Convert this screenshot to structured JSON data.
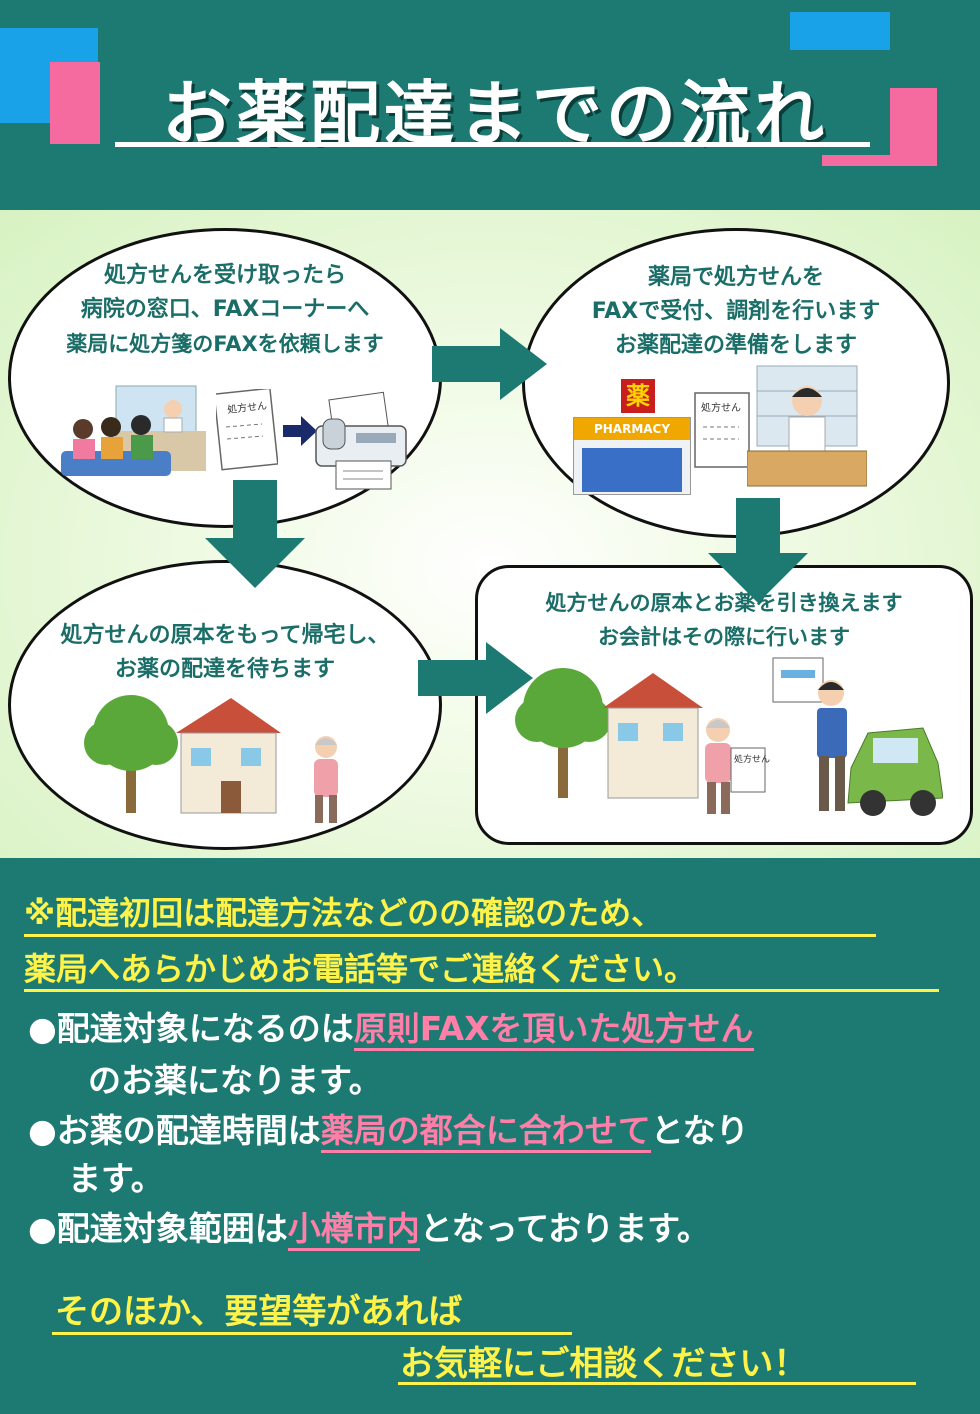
{
  "title": "お薬配達までの流れ",
  "colors": {
    "teal": "#1d7a73",
    "pink": "#f56a9f",
    "blue": "#1aa2e8",
    "yellow": "#fff34a",
    "highlight": "#ff7fa8"
  },
  "steps": [
    {
      "lines": [
        "処方せんを受け取ったら",
        "病院の窓口、FAXコーナーへ",
        "薬局に処方箋のFAXを依頼します"
      ],
      "doc_label": "処方せん"
    },
    {
      "lines": [
        "薬局で処方せんを",
        "FAXで受付、調剤を行います",
        "お薬配達の準備をします"
      ],
      "sign": "薬",
      "pharmacy": "PHARMACY",
      "doc_label": "処方せん"
    },
    {
      "lines": [
        "処方せんの原本をもって帰宅し、",
        "お薬の配達を待ちます"
      ]
    },
    {
      "lines": [
        "処方せんの原本とお薬を引き換えます",
        "お会計はその際に行います"
      ],
      "doc_label": "処方せん"
    }
  ],
  "notice": {
    "line1": "※配達初回は配達方法などのの確認のため、",
    "line2": "薬局へあらかじめお電話等でご連絡ください。"
  },
  "bullets": [
    {
      "pre": "●配達対象になるのは",
      "highlight": "原則FAXを頂いた処方せん",
      "cont": "のお薬になります。"
    },
    {
      "pre": "●お薬の配達時間は",
      "highlight": "薬局の都合に合わせて",
      "post": "となり",
      "cont": "ます。"
    },
    {
      "pre": "●配達対象範囲は",
      "highlight": "小樽市内",
      "post": "となっております。"
    }
  ],
  "footer": {
    "line1": "そのほか、要望等があれば",
    "line2": "お気軽にご相談ください！"
  }
}
